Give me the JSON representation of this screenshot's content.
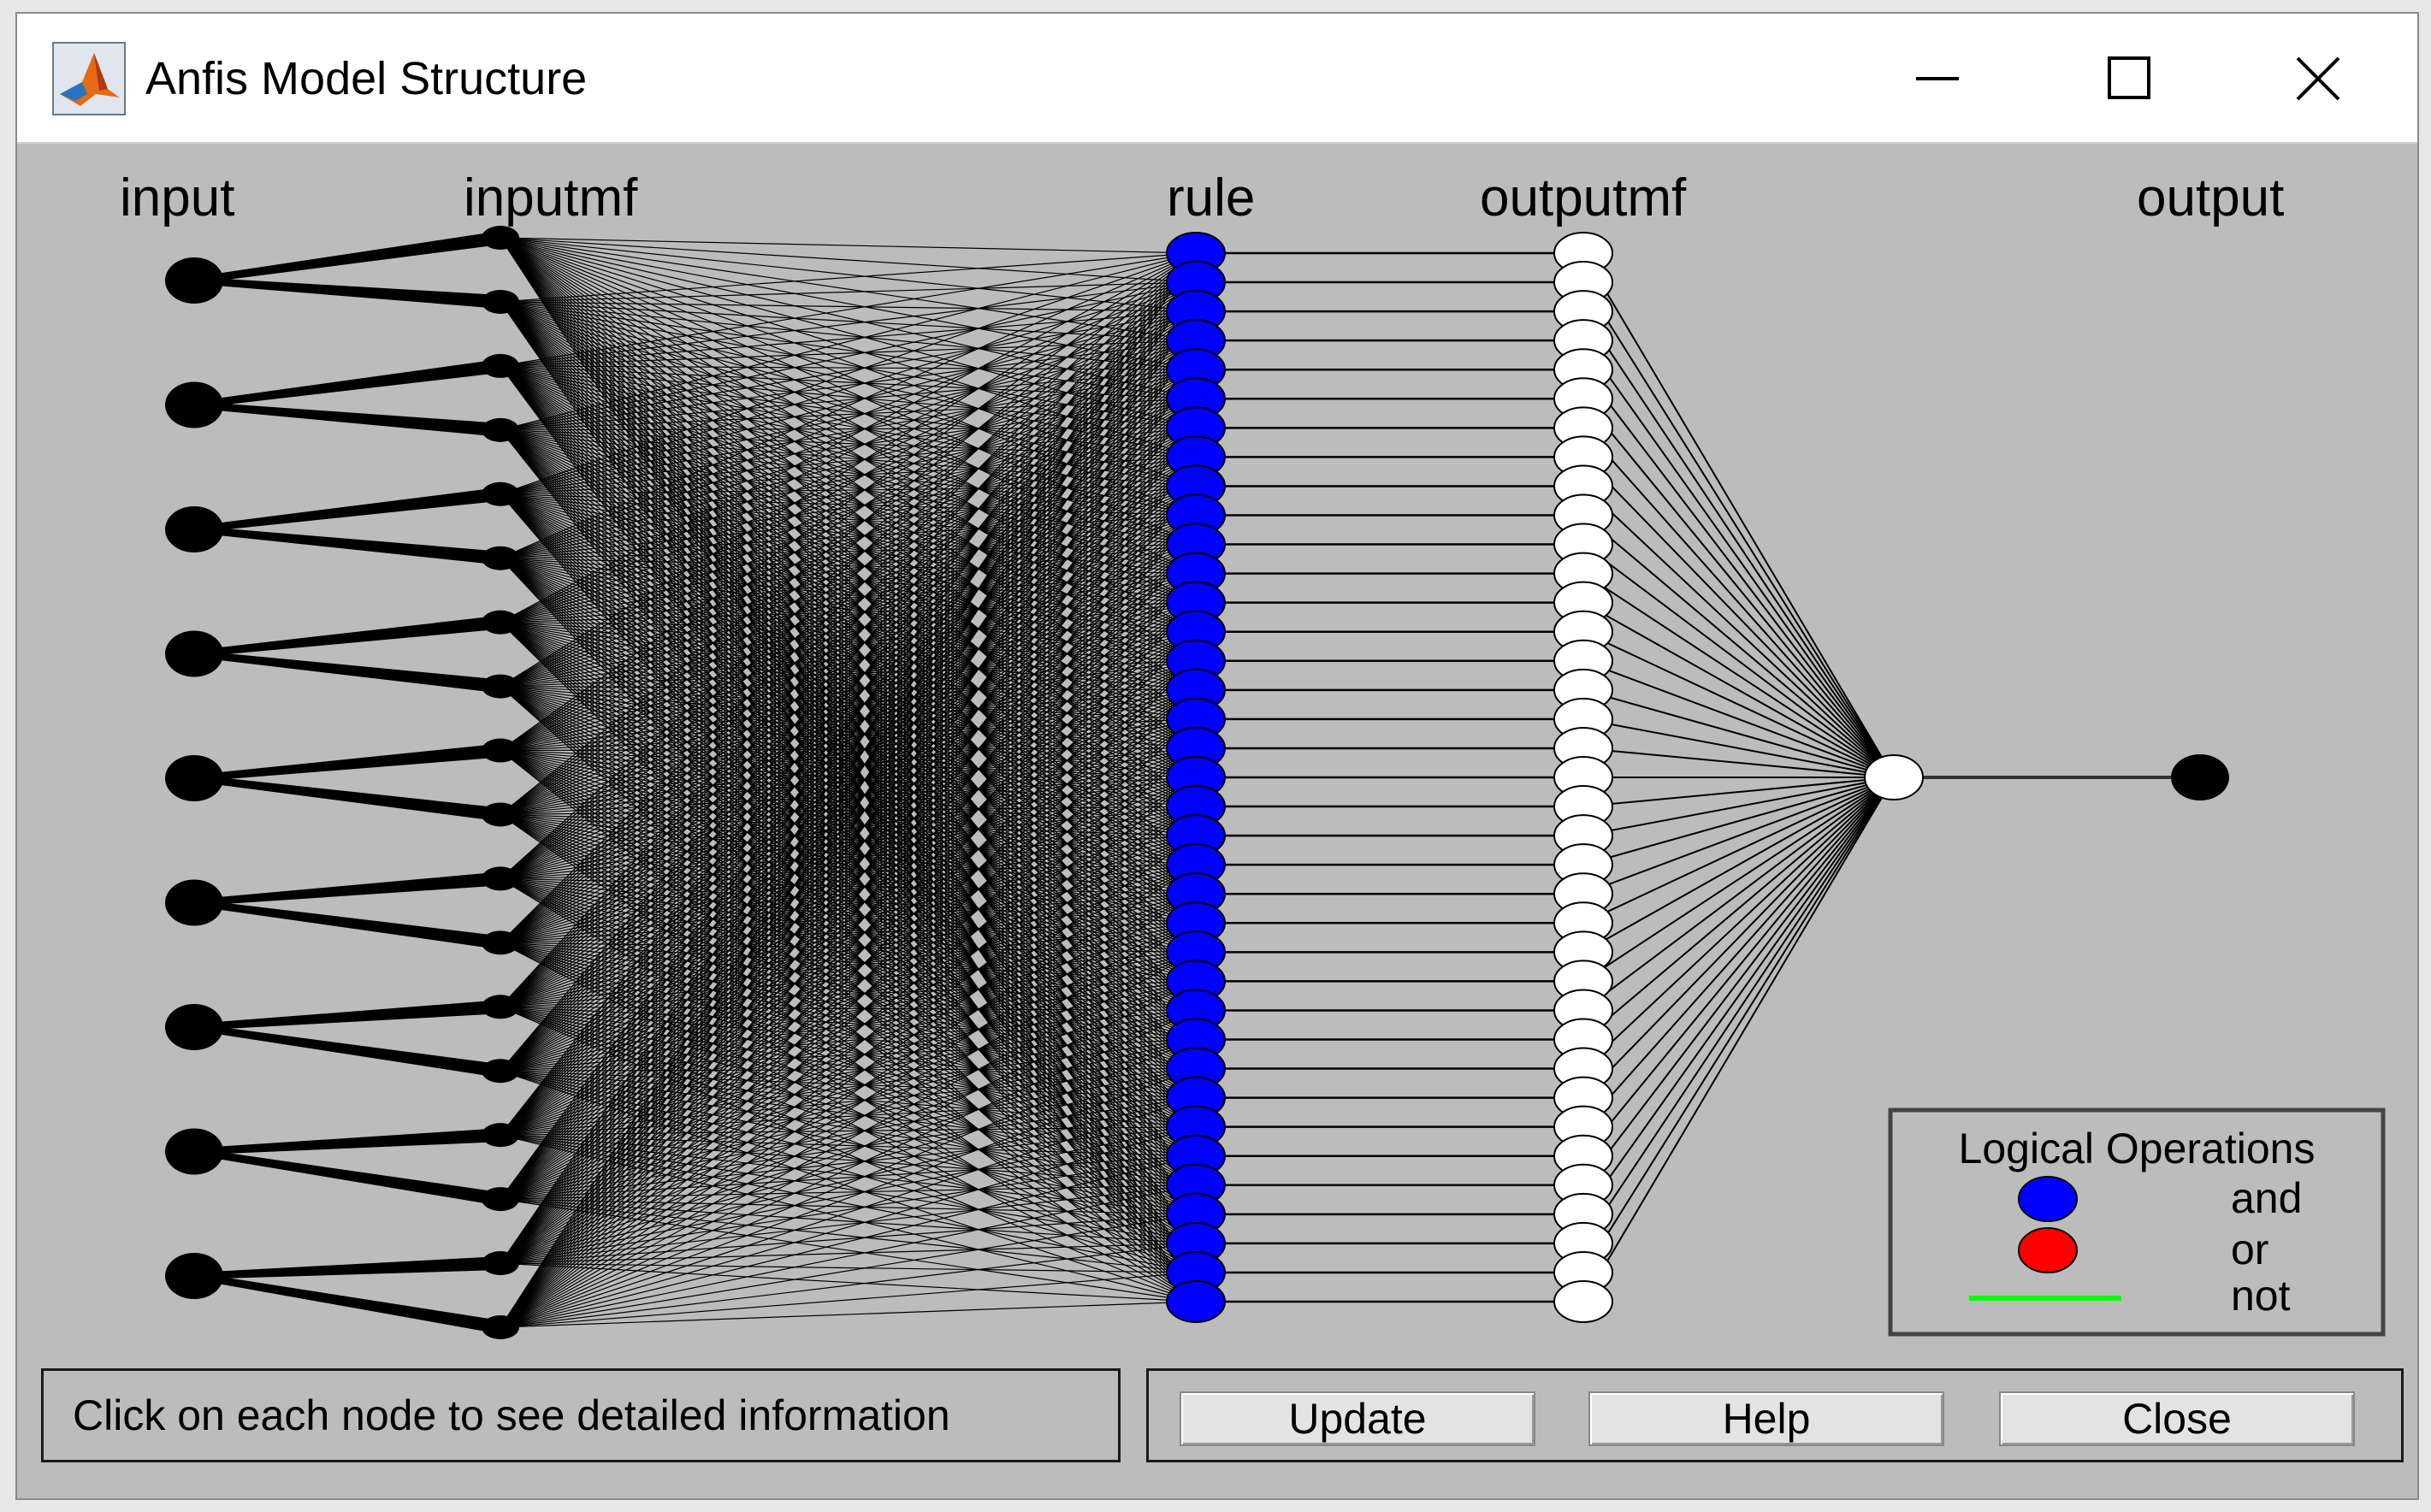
{
  "window": {
    "title": "Anfis Model Structure"
  },
  "diagram": {
    "labels": {
      "input": "input",
      "inputmf": "inputmf",
      "rule": "rule",
      "outputmf": "outputmf",
      "output": "output"
    },
    "input_count": 9,
    "inputmf_per_input": 2,
    "rule_count": 37,
    "outputmf_count": 37,
    "output_count": 1,
    "colors": {
      "background": "#bcbcbc",
      "and_node": "#0000ff",
      "or_node": "#ff0000",
      "not_line": "#00ff00",
      "node_dark": "#000000",
      "node_light": "#ffffff"
    }
  },
  "legend": {
    "title": "Logical Operations",
    "items": [
      "and",
      "or",
      "not"
    ]
  },
  "status": {
    "text": "Click on each node to see detailed information"
  },
  "buttons": {
    "update": "Update",
    "help": "Help",
    "close": "Close"
  },
  "icons": {
    "app": "matlab-icon",
    "minimize": "minimize-icon",
    "maximize": "maximize-icon",
    "close": "close-icon"
  }
}
